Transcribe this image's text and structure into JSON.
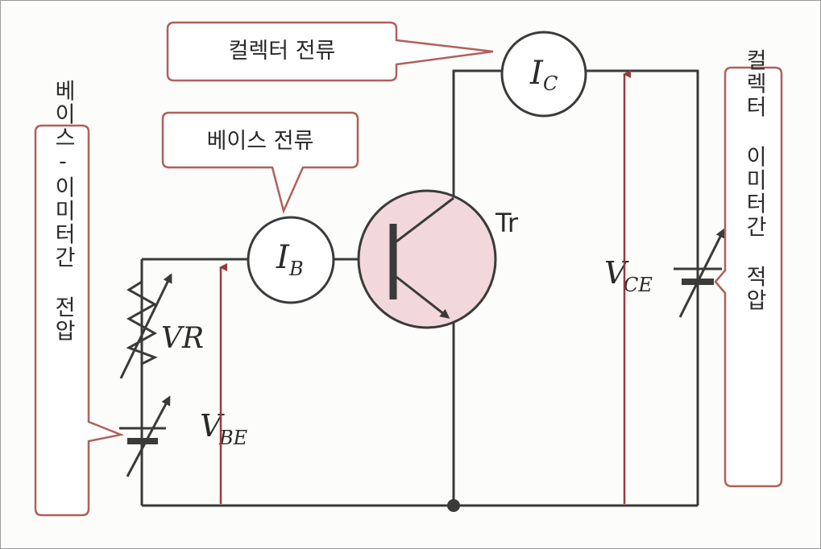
{
  "labels": {
    "collector_current": "컬렉터 전류",
    "base_current": "베이스 전류",
    "base_emitter_voltage": "베이스-이미터간 전압",
    "collector_emitter_voltage": "컬렉터 이미터간 적압"
  },
  "meters": {
    "collector": {
      "symbol": "I",
      "subscript": "C"
    },
    "base": {
      "symbol": "I",
      "subscript": "B"
    }
  },
  "components": {
    "transistor": "Tr",
    "variable_resistor": "VR",
    "vbe": {
      "symbol": "V",
      "subscript": "BE"
    },
    "vce": {
      "symbol": "V",
      "subscript": "CE"
    }
  },
  "colors": {
    "wire": "#3a3a3a",
    "callout_border": "#b0605a",
    "arrow": "#9a3a3a",
    "transistor_fill": "#f2d8da",
    "label_box_fill": "#ffffff"
  }
}
